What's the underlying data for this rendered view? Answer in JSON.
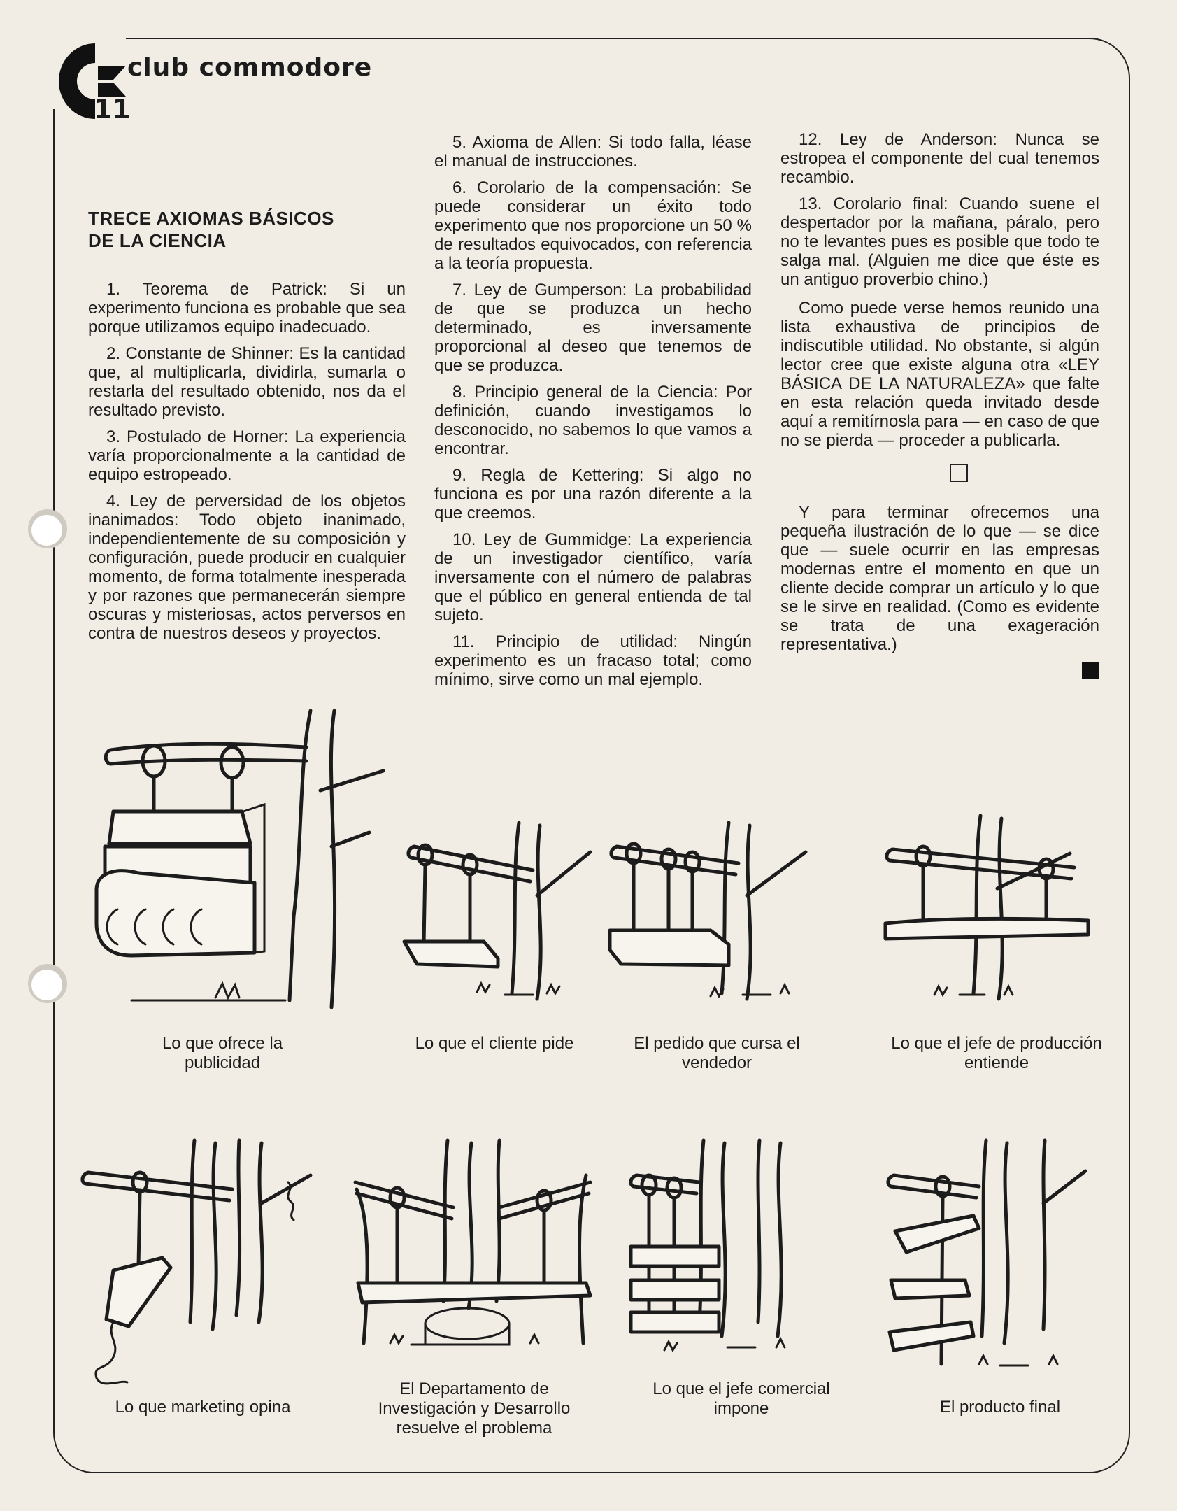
{
  "header": {
    "brand": "club commodore",
    "page_number": "11"
  },
  "article": {
    "title_line1": "TRECE AXIOMAS BÁSICOS",
    "title_line2": "DE LA CIENCIA",
    "col1": [
      "1. Teorema de Patrick: Si un experimento funciona es probable que sea porque utilizamos equipo inadecuado.",
      "2. Constante de Shinner: Es la cantidad que, al multiplicarla, dividirla, sumarla o restarla del resultado obtenido, nos da el resultado previsto.",
      "3. Postulado de Horner: La experiencia varía proporcionalmente a la cantidad de equipo estropeado.",
      "4. Ley de perversidad de los objetos inanimados: Todo objeto inanimado, independientemente de su composición y configuración, puede producir en cualquier momento, de forma totalmente inesperada y por razones que permanecerán siempre oscuras y misteriosas, actos perversos en contra de nuestros deseos y proyectos."
    ],
    "col2": [
      "5. Axioma de Allen: Si todo falla, léase el manual de instrucciones.",
      "6. Corolario de la compensación: Se puede considerar un éxito todo experimento que nos proporcione un 50 % de resultados equivocados, con referencia a la teoría propuesta.",
      "7. Ley de Gumperson: La probabilidad de que se produzca un hecho determinado, es inversamente proporcional al deseo que tenemos de que se produzca.",
      "8. Principio general de la Ciencia: Por definición, cuando investigamos lo desconocido, no sabemos lo que vamos a encontrar.",
      "9. Regla de Kettering: Si algo no funciona es por una razón diferente a la que creemos.",
      "10. Ley de Gummidge: La experiencia de un investigador científico, varía inversamente con el número de palabras que el público en general entienda de tal sujeto.",
      "11. Principio de utilidad: Ningún experimento es un fracaso total; como mínimo, sirve como un mal ejemplo."
    ],
    "col3": [
      "12. Ley de Anderson: Nunca se estropea el componente del cual tenemos recambio.",
      "13. Corolario final: Cuando suene el despertador por la mañana, páralo, pero no te levantes pues es posible que todo te salga mal. (Alguien me dice que éste es un antiguo proverbio chino.)"
    ],
    "col3_para2": "Como puede verse hemos reunido una lista exhaustiva de principios de indiscutible utilidad. No obstante, si algún lector cree que existe alguna otra «LEY BÁSICA DE LA NATURALEZA» que falte en esta relación queda invitado desde aquí a remitírnosla para — en caso de que no se pierda — proceder a publicarla.",
    "col3_para3": "Y para terminar ofrecemos una pequeña ilustración de lo que — se dice que — suele ocurrir en las empresas modernas entre el momento en que un cliente decide comprar un artículo y lo que se le sirve en realidad. (Como es evidente se trata de una exageración representativa.)"
  },
  "captions": {
    "c1": "Lo que ofrece la publicidad",
    "c2": "Lo que el cliente pide",
    "c3": "El pedido que cursa el vendedor",
    "c4": "Lo que el jefe de producción entiende",
    "c5": "Lo que marketing opina",
    "c6": "El Departamento de Investigación y Desarrollo resuelve el problema",
    "c7": "Lo que el jefe comercial impone",
    "c8": "El producto final"
  }
}
